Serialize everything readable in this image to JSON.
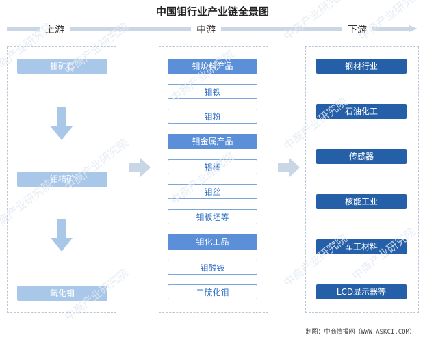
{
  "title": "中国钼行业产业链全景图",
  "stages": {
    "upstream": "上游",
    "midstream": "中游",
    "downstream": "下游"
  },
  "upstream": {
    "items": [
      "钼矿石",
      "钼精矿",
      "氧化钼"
    ]
  },
  "midstream": {
    "groups": [
      {
        "header": "钼炉料产品",
        "items": [
          "钼铁",
          "钼粉"
        ]
      },
      {
        "header": "钼金属产品",
        "items": [
          "钼棒",
          "钼丝",
          "钼板坯等"
        ]
      },
      {
        "header": "钼化工品",
        "items": [
          "钼酸铵",
          "二硫化钼"
        ]
      }
    ]
  },
  "downstream": {
    "items": [
      "钢材行业",
      "石油化工",
      "传感器",
      "核能工业",
      "军工材料",
      "LCD显示器等"
    ]
  },
  "watermark": "中商产业研究院",
  "footer": "制图：中商情报网（WWW.ASKCI.COM）",
  "colors": {
    "light_box": "#a9c8e9",
    "mid_box": "#5b8fd8",
    "dark_box": "#245fa8",
    "outline": "#7ba6dc",
    "arrow": "#a9c8e9"
  }
}
